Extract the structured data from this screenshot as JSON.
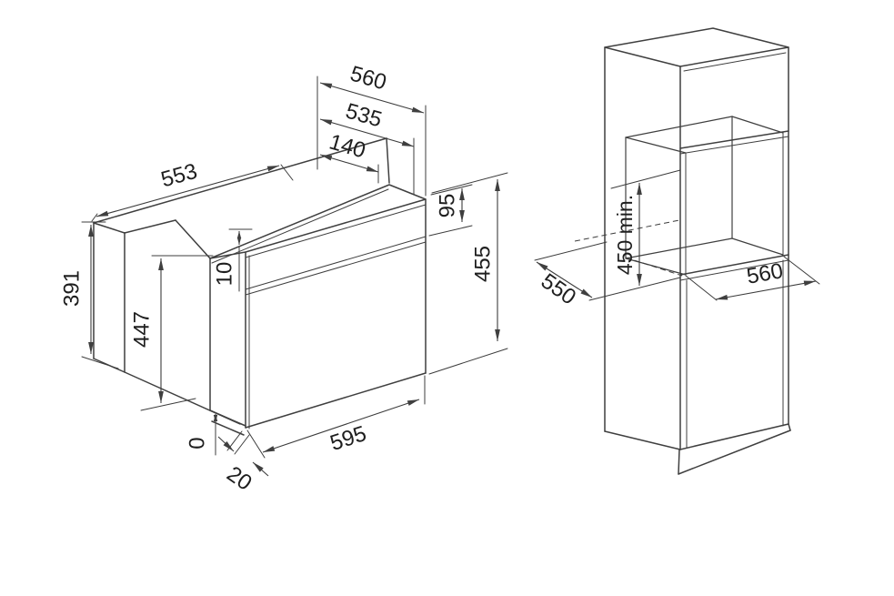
{
  "colors": {
    "line": "#3f3f3f",
    "text": "#1e1e1e",
    "background": "#ffffff"
  },
  "left_view": {
    "description": "appliance isometric projection",
    "dims": {
      "top_outer": "560",
      "top_inner": "535",
      "top_partial": "140",
      "body_width": "553",
      "body_height": "391",
      "front_inner_height": "447",
      "top_step": "10",
      "control_panel_height": "95",
      "front_height": "455",
      "bottom_gap": "0",
      "front_width": "595",
      "front_thickness": "20"
    }
  },
  "right_view": {
    "description": "tall cabinet niche projection",
    "dims": {
      "niche_height": "450 min.",
      "niche_depth": "550",
      "niche_width": "560"
    }
  }
}
